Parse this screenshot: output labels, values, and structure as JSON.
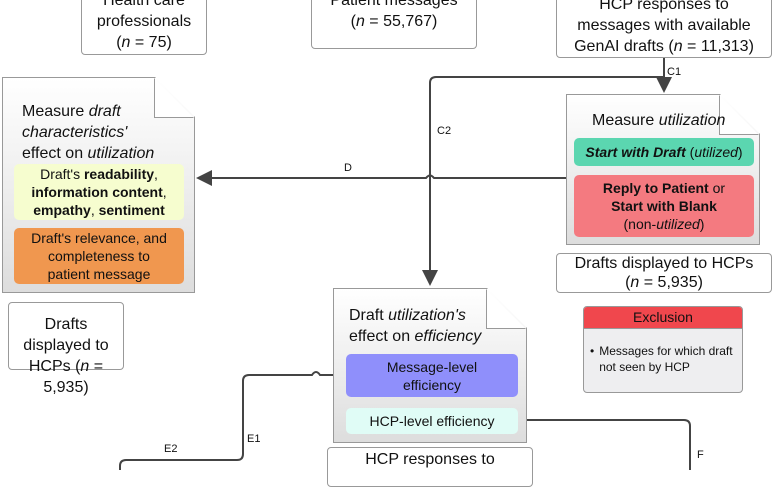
{
  "top": {
    "hcp": {
      "l1": "Health care",
      "l2": "professionals",
      "l3_pre": "(",
      "n": "n",
      "l3_post": " = 75)"
    },
    "patient": {
      "l1": "Patient messages",
      "l2_pre": "(",
      "n": "n",
      "l2_post": " = 55,767)"
    },
    "responses": {
      "l1": "HCP responses to",
      "l2": "messages with available",
      "l3_pre": "GenAI drafts (",
      "n": "n",
      "l3_post": " = 11,313)"
    }
  },
  "labels": {
    "c1": "C1",
    "c2": "C2",
    "d": "D",
    "e1": "E1",
    "e2": "E2",
    "f": "F"
  },
  "utilization": {
    "title_pre": "Measure ",
    "title_it": "utilization",
    "green_b": "Start with Draft",
    "green_rest1": " (",
    "green_it": "utilized",
    "green_rest2": ")",
    "red_b1": "Reply to Patient",
    "red_or": " or",
    "red_b2": "Start with Blank",
    "red_l3_pre": "(non-",
    "red_l3_it": "utilized",
    "red_l3_post": ")"
  },
  "characteristics": {
    "t1_pre": "Measure ",
    "t1_it": "draft",
    "t2_it": "characteristics'",
    "t3_pre": "effect on ",
    "t3_it": "utilization",
    "yellow_pre": "Draft's ",
    "yellow_b1": "readability",
    "yellow_c1": ",",
    "yellow_b2": "information content",
    "yellow_c2": ",",
    "yellow_b3": "empathy",
    "yellow_c3": ", ",
    "yellow_b4": "sentiment",
    "orange": "Draft's relevance, and completeness to patient message"
  },
  "drafts_left": {
    "l1": "Drafts displayed to",
    "l2_pre": "HCPs (",
    "n": "n",
    "l2_post": " = 5,935)"
  },
  "drafts_right": {
    "l1": "Drafts displayed to HCPs",
    "l2_pre": "(",
    "n": "n",
    "l2_post": " = 5,935)"
  },
  "exclusion": {
    "header": "Exclusion",
    "item": "Messages for which draft not seen by HCP"
  },
  "efficiency": {
    "t1_pre": "Draft ",
    "t1_it": "utilization's",
    "t2_pre": "effect on ",
    "t2_it": "efficiency",
    "message": "Message-level efficiency",
    "hcp": "HCP-level efficiency"
  },
  "bottom": {
    "l1": "HCP responses to"
  },
  "colors": {
    "green": "#5bd6b0",
    "red": "#f47a80",
    "yellow": "#f6fdcf",
    "orange": "#f0974f",
    "purple": "#8f8ffb",
    "cyan": "#e0fcf6",
    "exclusion": "#f0474d"
  }
}
